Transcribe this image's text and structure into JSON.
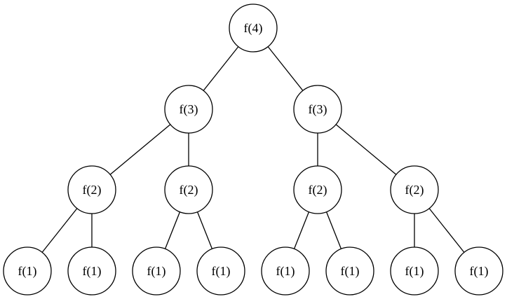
{
  "diagram": {
    "type": "tree",
    "nodes": [
      {
        "id": "n0",
        "label": "f(4)"
      },
      {
        "id": "n1",
        "label": "f(3)"
      },
      {
        "id": "n2",
        "label": "f(3)"
      },
      {
        "id": "n3",
        "label": "f(2)"
      },
      {
        "id": "n4",
        "label": "f(2)"
      },
      {
        "id": "n5",
        "label": "f(2)"
      },
      {
        "id": "n6",
        "label": "f(2)"
      },
      {
        "id": "n7",
        "label": "f(1)"
      },
      {
        "id": "n8",
        "label": "f(1)"
      },
      {
        "id": "n9",
        "label": "f(1)"
      },
      {
        "id": "n10",
        "label": "f(1)"
      },
      {
        "id": "n11",
        "label": "f(1)"
      },
      {
        "id": "n12",
        "label": "f(1)"
      },
      {
        "id": "n13",
        "label": "f(1)"
      },
      {
        "id": "n14",
        "label": "f(1)"
      }
    ],
    "edges": [
      [
        "n0",
        "n1"
      ],
      [
        "n0",
        "n2"
      ],
      [
        "n1",
        "n3"
      ],
      [
        "n1",
        "n4"
      ],
      [
        "n2",
        "n5"
      ],
      [
        "n2",
        "n6"
      ],
      [
        "n3",
        "n7"
      ],
      [
        "n3",
        "n8"
      ],
      [
        "n4",
        "n9"
      ],
      [
        "n4",
        "n10"
      ],
      [
        "n5",
        "n11"
      ],
      [
        "n5",
        "n12"
      ],
      [
        "n6",
        "n13"
      ],
      [
        "n6",
        "n14"
      ]
    ]
  }
}
